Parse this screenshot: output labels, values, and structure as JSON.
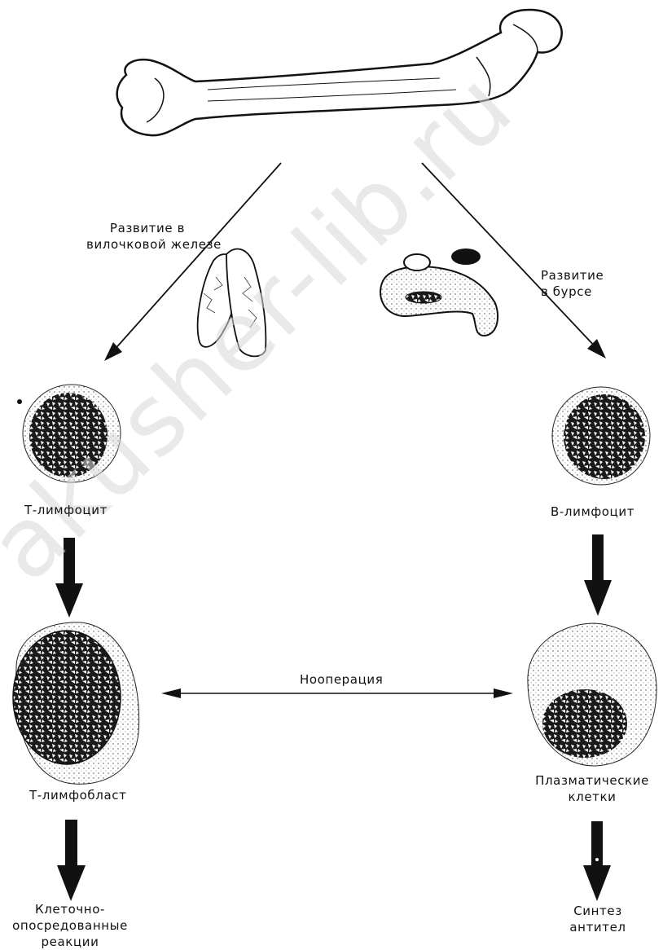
{
  "labels": {
    "thymus_dev": [
      "Развитие в",
      "вилочковой железе"
    ],
    "bursa_dev": [
      "Развитие",
      "в бурсе"
    ],
    "t_lymphocyte": "Т-лимфоцит",
    "b_lymphocyte": "В-лимфоцит",
    "cooperation": "Нооперация",
    "t_lymphoblast": "Т-лимфобласт",
    "plasma_cells": [
      "Плазматические",
      "клетки"
    ],
    "cell_mediated": [
      "Клеточно-",
      "опосредованные",
      "реакции"
    ],
    "antibody_synthesis": [
      "Синтез",
      "антител"
    ]
  },
  "watermark": "akusher-lib.ru"
}
